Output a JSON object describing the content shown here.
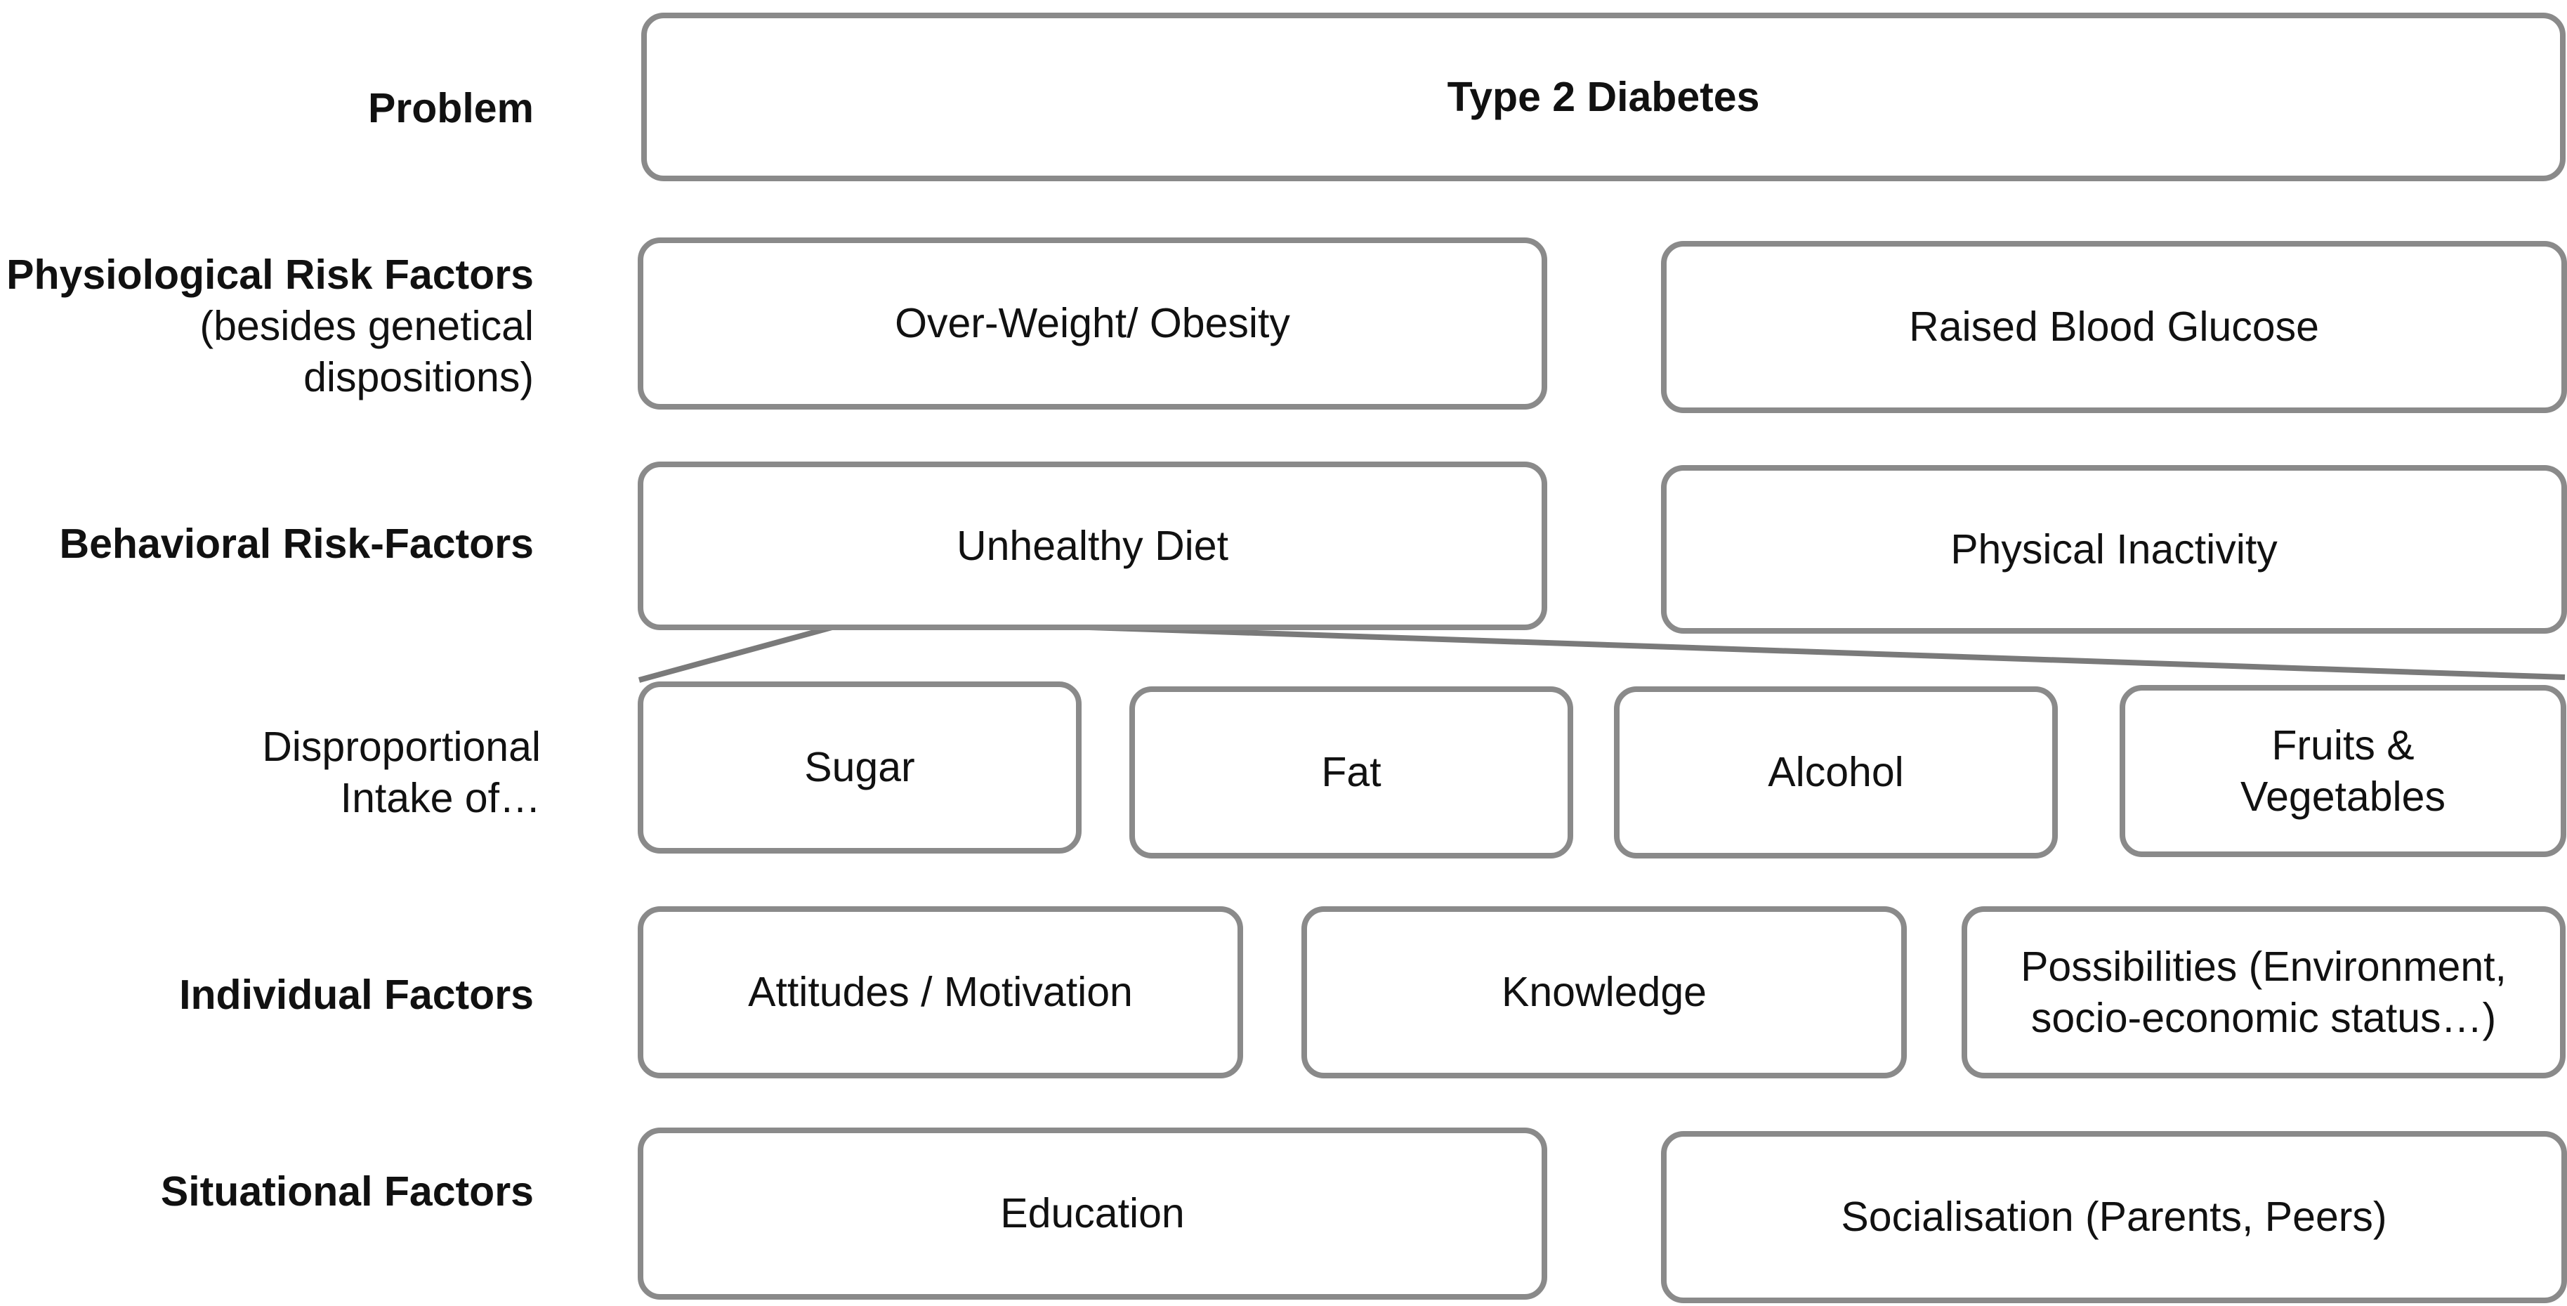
{
  "row_labels": {
    "problem": "Problem",
    "physiological_bold": "Physiological Risk Factors",
    "physiological_rest": "(besides genetical dispositions)",
    "behavioral": "Behavioral Risk-Factors",
    "intake": "Disproportional Intake of…",
    "individual": "Individual Factors",
    "situational": "Situational Factors"
  },
  "boxes": {
    "problem": "Type 2 Diabetes",
    "physiological": [
      "Over-Weight/ Obesity",
      "Raised Blood Glucose"
    ],
    "behavioral": [
      "Unhealthy Diet",
      "Physical Inactivity"
    ],
    "intake": [
      "Sugar",
      "Fat",
      "Alcohol",
      "Fruits & Vegetables"
    ],
    "individual": [
      "Attitudes / Motivation",
      "Knowledge",
      "Possibilities (Environment, socio-economic status…)"
    ],
    "situational": [
      "Education",
      "Socialisation (Parents, Peers)"
    ]
  },
  "colors": {
    "box_border": "#8a8a8a",
    "connector": "#7a7a7a",
    "text": "#111111"
  }
}
